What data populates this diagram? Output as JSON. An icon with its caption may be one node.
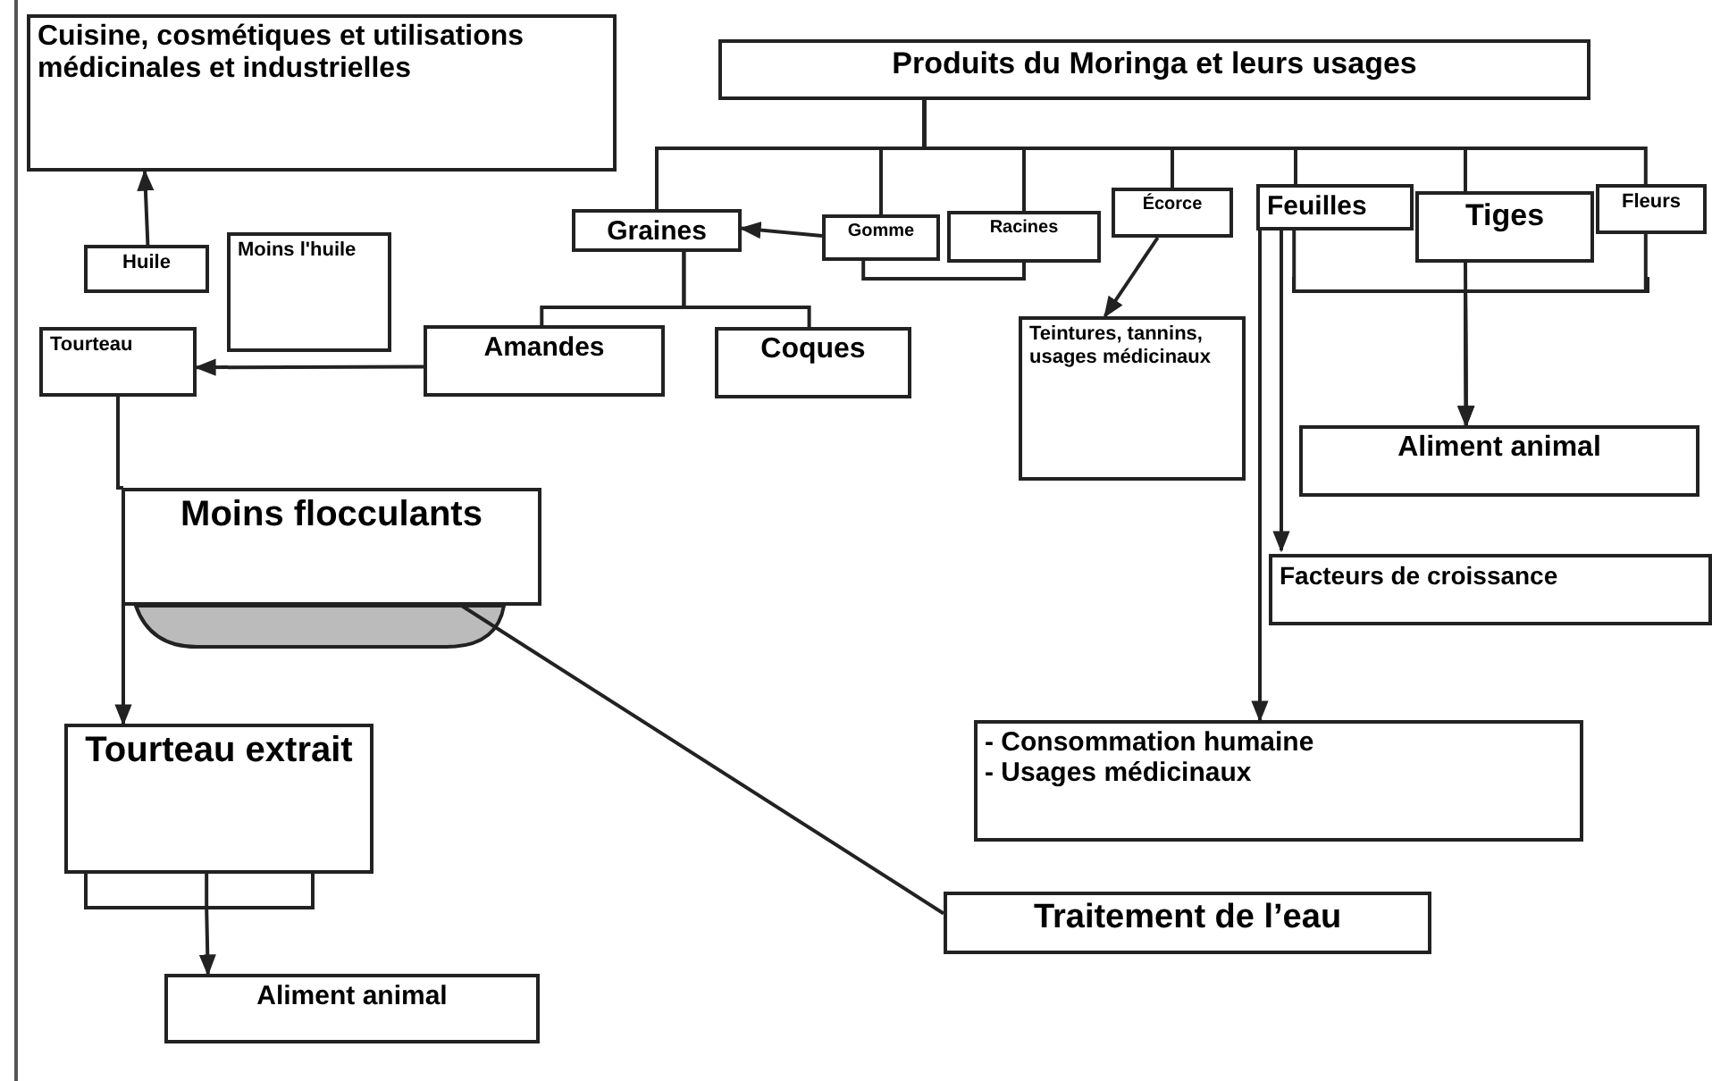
{
  "diagram": {
    "nodes": [
      {
        "text": [
          "Produits du Moringa et leurs usages"
        ]
      },
      {
        "text": [
          "Cuisine, cosmétiques et utilisations médicinales et industrielles"
        ]
      },
      {
        "text": [
          "Graines"
        ]
      },
      {
        "text": [
          "Gomme"
        ]
      },
      {
        "text": [
          "Racines"
        ]
      },
      {
        "text": [
          "Écorce"
        ]
      },
      {
        "text": [
          "Feuilles"
        ]
      },
      {
        "text": [
          "Tiges"
        ]
      },
      {
        "text": [
          "Fleurs"
        ]
      },
      {
        "text": [
          "Huile"
        ]
      },
      {
        "text": [
          "Moins l'huile"
        ]
      },
      {
        "text": [
          "Tourteau"
        ]
      },
      {
        "text": [
          "Amandes"
        ]
      },
      {
        "text": [
          "Coques"
        ]
      },
      {
        "text": [
          "Teintures, tannins, usages médicinaux"
        ]
      },
      {
        "text": [
          "Aliment animal"
        ]
      },
      {
        "text": [
          "Facteurs de croissance"
        ]
      },
      {
        "text": [
          "Moins flocculants"
        ]
      },
      {
        "text": [
          "- Consommation humaine",
          "- Usages médicinaux"
        ]
      },
      {
        "text": [
          "Tourteau extrait"
        ]
      },
      {
        "text": [
          "Traitement de l’eau"
        ]
      },
      {
        "text": [
          "Aliment animal"
        ]
      }
    ],
    "edges": [
      {
        "from": 0,
        "to": 2,
        "arrow": "none"
      },
      {
        "from": 0,
        "to": 3,
        "arrow": "none"
      },
      {
        "from": 0,
        "to": 4,
        "arrow": "none"
      },
      {
        "from": 0,
        "to": 5,
        "arrow": "none"
      },
      {
        "from": 0,
        "to": 6,
        "arrow": "none"
      },
      {
        "from": 0,
        "to": 7,
        "arrow": "none"
      },
      {
        "from": 0,
        "to": 8,
        "arrow": "none"
      },
      {
        "from": 3,
        "to": 2,
        "arrow": "to"
      },
      {
        "from": 3,
        "to": 4,
        "arrow": "none"
      },
      {
        "from": 2,
        "to": 12,
        "arrow": "none"
      },
      {
        "from": 2,
        "to": 13,
        "arrow": "none"
      },
      {
        "from": 12,
        "to": 11,
        "arrow": "to"
      },
      {
        "from": 9,
        "to": 1,
        "arrow": "to"
      },
      {
        "from": 11,
        "to": 17,
        "arrow": "none"
      },
      {
        "from": 17,
        "to": 19,
        "arrow": "to"
      },
      {
        "from": 17,
        "to": 20,
        "arrow": "none"
      },
      {
        "from": 5,
        "to": 14,
        "arrow": "to"
      },
      {
        "from": 6,
        "to": 15,
        "arrow": "to"
      },
      {
        "from": 7,
        "to": 15,
        "arrow": "to"
      },
      {
        "from": 8,
        "to": 15,
        "arrow": "to"
      },
      {
        "from": 6,
        "to": 16,
        "arrow": "to"
      },
      {
        "from": 6,
        "to": 18,
        "arrow": "to"
      },
      {
        "from": 19,
        "to": 21,
        "arrow": "to"
      }
    ]
  }
}
